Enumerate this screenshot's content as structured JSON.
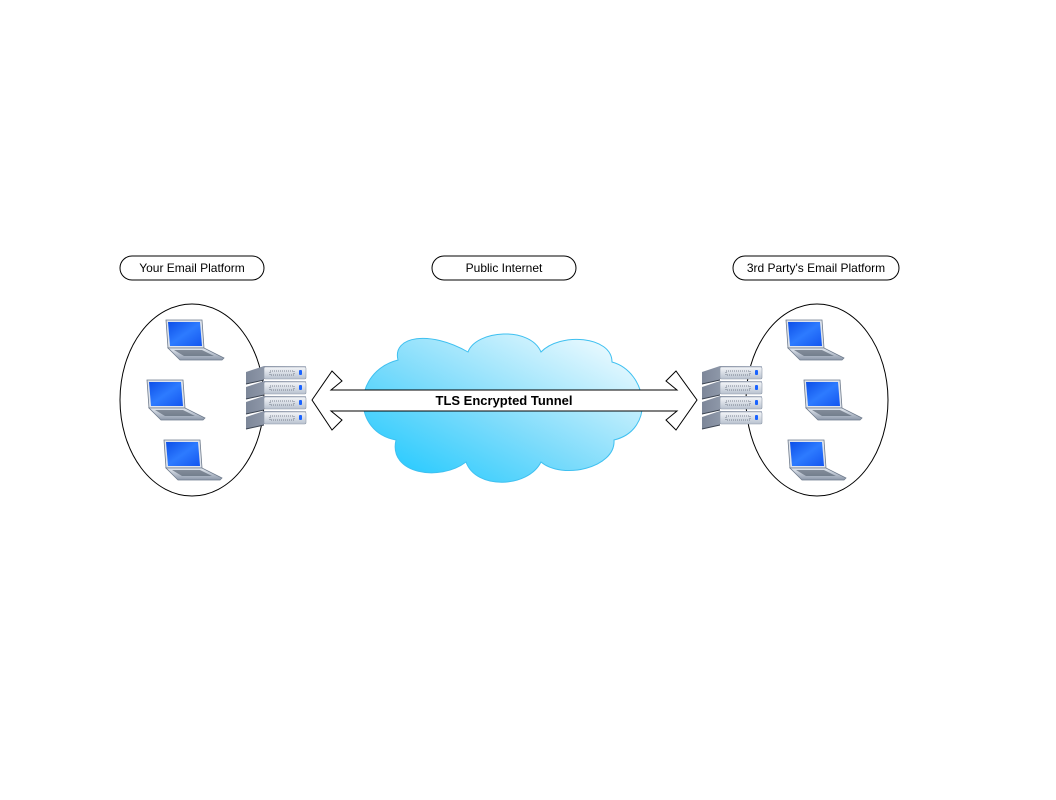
{
  "diagram": {
    "zones": [
      {
        "id": "left",
        "label": "Your Email Platform",
        "clients": 3
      },
      {
        "id": "middle",
        "label": "Public Internet"
      },
      {
        "id": "right",
        "label": "3rd Party's Email Platform",
        "clients": 3
      }
    ],
    "tunnel": {
      "label": "TLS Encrypted Tunnel",
      "direction": "bidirectional"
    },
    "nodes": {
      "left_server": "email-server",
      "right_server": "email-server",
      "cloud": "internet-cloud"
    },
    "colors": {
      "cloud_dark": "#1ec8ff",
      "cloud_light": "#ffffff",
      "cloud_stroke": "#3fc0f0",
      "laptop_screen": "#1f6bff",
      "server_body": "#c9d0da",
      "server_led": "#1a63ff",
      "outline": "#000000"
    }
  }
}
